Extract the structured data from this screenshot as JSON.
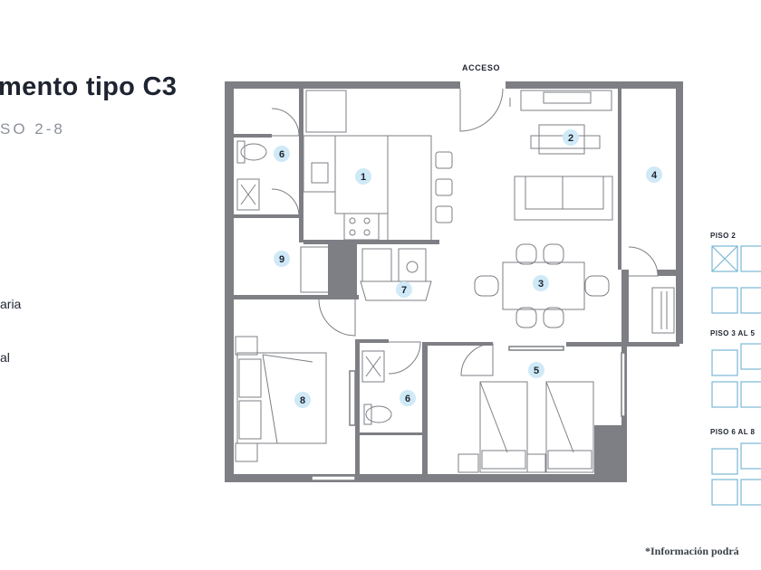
{
  "header": {
    "title": "mento tipo C3",
    "subtitle": "SO 2-8"
  },
  "legend": {
    "items": [
      "aria",
      "al"
    ]
  },
  "plan": {
    "access_label": "ACCESO",
    "room_numbers": [
      "1",
      "2",
      "3",
      "4",
      "5",
      "6",
      "6",
      "7",
      "8",
      "9"
    ],
    "marker_color": "#cfe9f7",
    "wall_color": "#7d7f84"
  },
  "floors": {
    "labels": [
      "PISO 2",
      "PISO 3 AL 5",
      "PISO 6 AL 8"
    ],
    "accent_color": "#7ab8d6"
  },
  "footnote": "*Información podrá"
}
